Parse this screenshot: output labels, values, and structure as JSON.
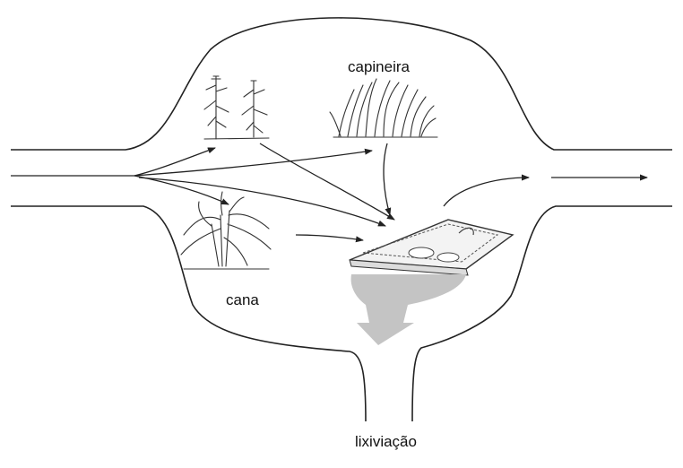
{
  "labels": {
    "capineira": "capineira",
    "cana": "cana",
    "lixiviacao": "lixiviação"
  }
}
